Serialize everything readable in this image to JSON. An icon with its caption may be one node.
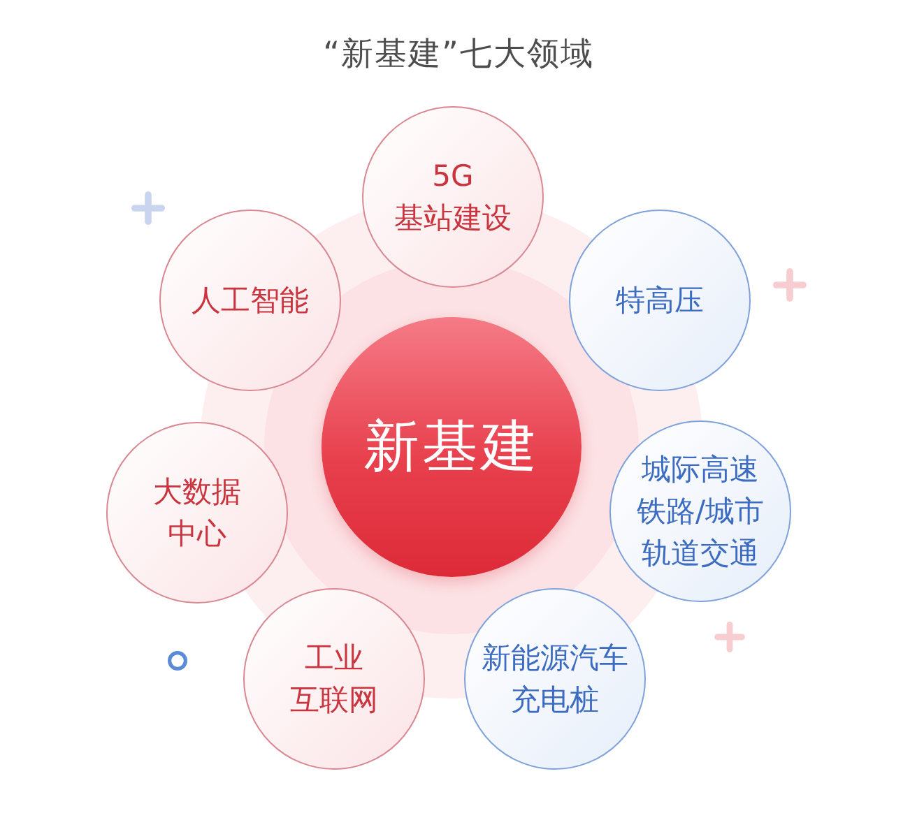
{
  "diagram": {
    "title": "“新基建”七大领域",
    "nodes": [
      {
        "text": [
          "新基建"
        ]
      },
      {
        "text": [
          "5G基站建设"
        ]
      },
      {
        "text": [
          "特高压"
        ]
      },
      {
        "text": [
          "城际高速铁路/城市轨道交通"
        ]
      },
      {
        "text": [
          "新能源汽车充电桩"
        ]
      },
      {
        "text": [
          "工业互联网"
        ]
      },
      {
        "text": [
          "大数据中心"
        ]
      },
      {
        "text": [
          "人工智能"
        ]
      }
    ]
  }
}
